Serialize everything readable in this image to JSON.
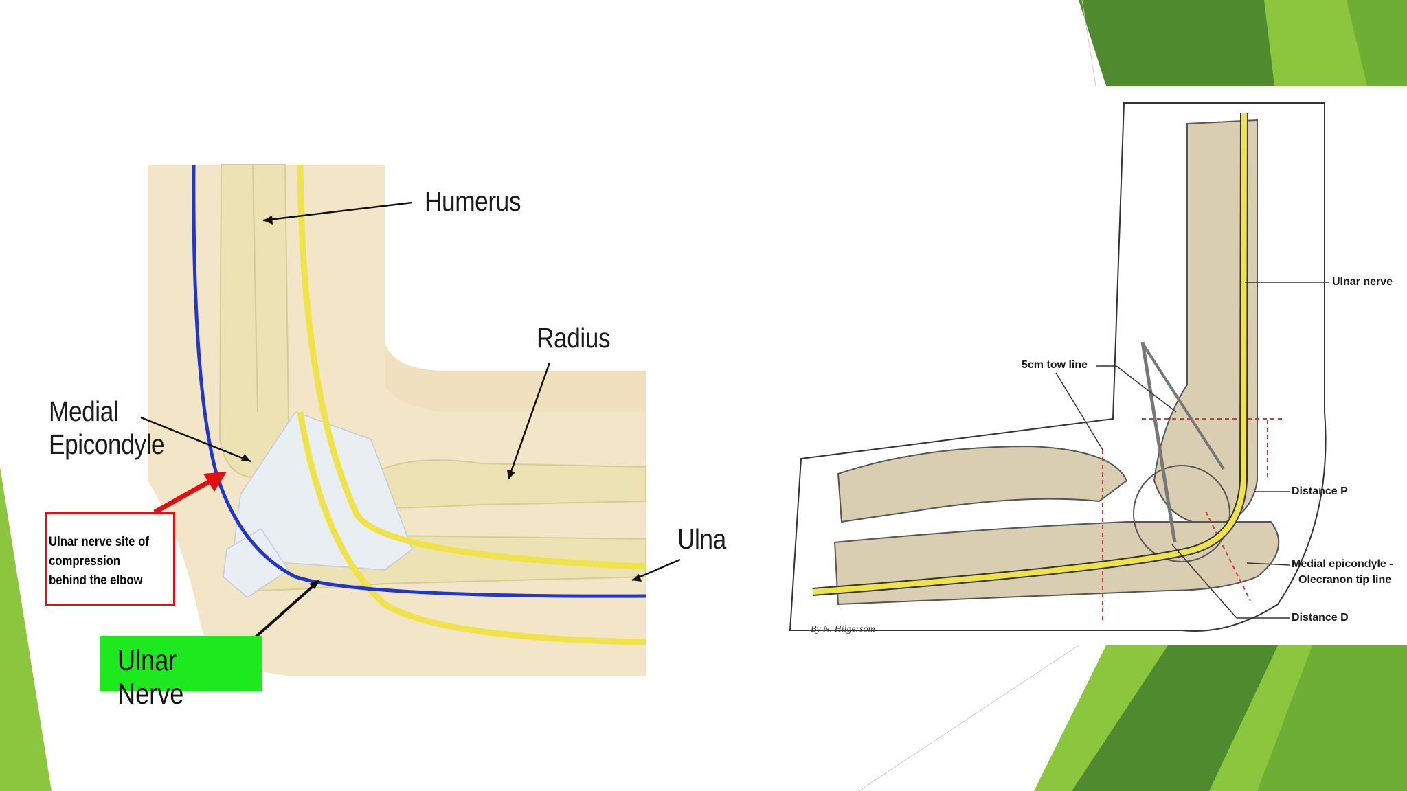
{
  "left_diagram": {
    "labels": {
      "humerus": "Humerus",
      "radius": "Radius",
      "medial_epicondyle_line1": "Medial",
      "medial_epicondyle_line2": "Epicondyle",
      "ulna": "Ulna"
    },
    "callout": {
      "line1": "Ulnar nerve site of",
      "line2": "compression",
      "line3": "behind the elbow"
    },
    "nerve_tag": "Ulnar Nerve"
  },
  "right_diagram": {
    "labels": {
      "ulnar_nerve": "Ulnar nerve",
      "tow_line": "5cm tow line",
      "distance_p": "Distance P",
      "medial_line1": "Medial epicondyle -",
      "medial_line2": "Olecranon tip line",
      "distance_d": "Distance D"
    },
    "credit": "By N. Hilgersom"
  },
  "colors": {
    "accent_green_dark": "#4f8a2e",
    "accent_green_light": "#8cc63f",
    "nerve_yellow": "#f0e24a",
    "nerve_blue": "#2236c8",
    "skin": "#f3e6c8",
    "callout_red": "#e01010",
    "tag_green": "#1ee81e"
  }
}
